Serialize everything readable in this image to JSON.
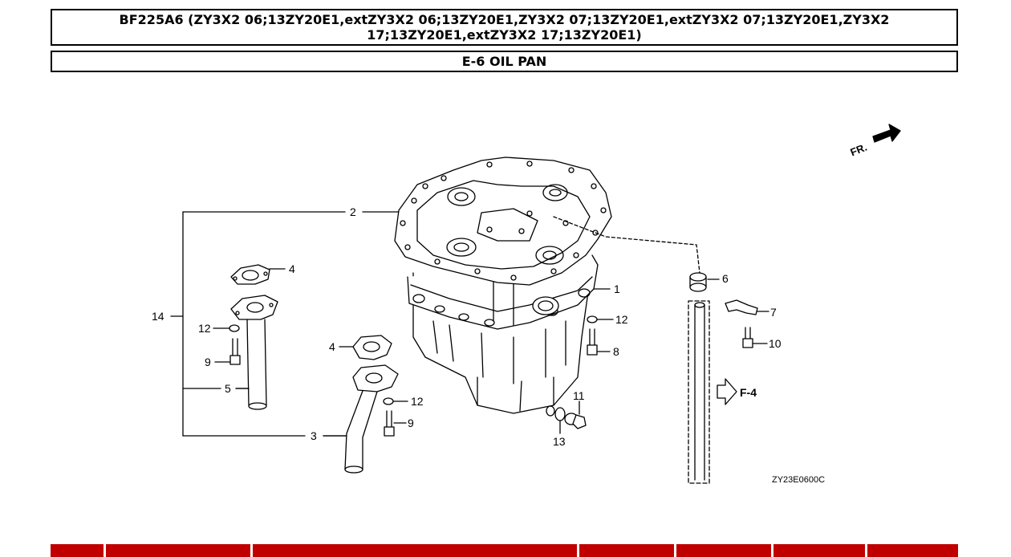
{
  "header": {
    "model_title": "BF225A6 (ZY3X2 06;13ZY20E1,extZY3X2 06;13ZY20E1,ZY3X2 07;13ZY20E1,extZY3X2 07;13ZY20E1,ZY3X2 17;13ZY20E1,extZY3X2 17;13ZY20E1)",
    "section_title": "E-6 OIL PAN"
  },
  "diagram": {
    "front_indicator": "FR.",
    "reference_label": "F-4",
    "drawing_code": "ZY23E0600C",
    "callouts": {
      "c1": "1",
      "c2": "2",
      "c3": "3",
      "c4a": "4",
      "c4b": "4",
      "c5": "5",
      "c6": "6",
      "c7": "7",
      "c8": "8",
      "c9a": "9",
      "c9b": "9",
      "c10": "10",
      "c11": "11",
      "c12a": "12",
      "c12b": "12",
      "c12c": "12",
      "c13": "13",
      "c14": "14"
    }
  },
  "colors": {
    "table_header": "#c00000",
    "line": "#000000"
  }
}
